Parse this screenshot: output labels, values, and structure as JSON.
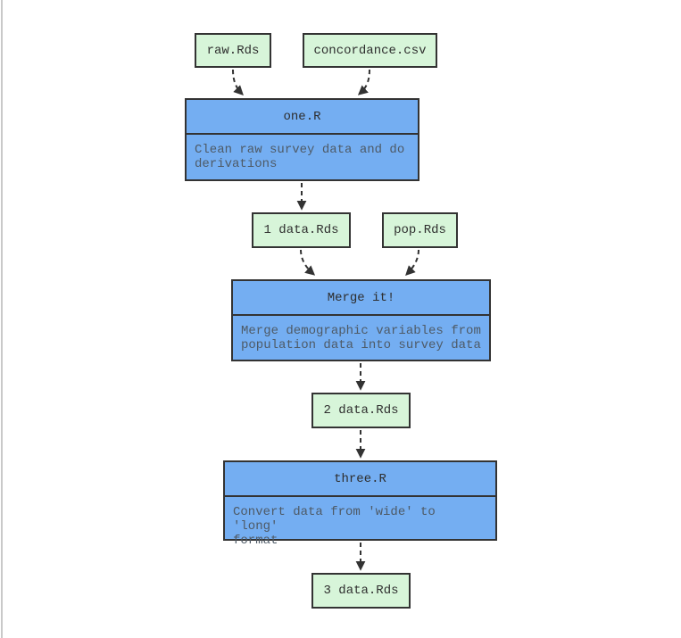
{
  "colors": {
    "page_bg": "#ffffff",
    "rule_color": "#c9c9c9",
    "data_fill": "#d7f5d9",
    "script_fill": "#74aef2",
    "border_color": "#333333",
    "arrow_color": "#333333",
    "label_color": "#2e2e2e",
    "desc_color": "#4e5a66"
  },
  "nodes": {
    "raw": {
      "label": "raw.Rds"
    },
    "concordance": {
      "label": "concordance.csv"
    },
    "one": {
      "title": "one.R",
      "description": "Clean raw survey data and do\nderivations"
    },
    "data1": {
      "label": "1 data.Rds"
    },
    "pop": {
      "label": "pop.Rds"
    },
    "merge": {
      "title": "Merge it!",
      "description": "Merge demographic variables from\npopulation data into survey data"
    },
    "data2": {
      "label": "2 data.Rds"
    },
    "three": {
      "title": "three.R",
      "description": "Convert data from 'wide' to 'long'\nformat"
    },
    "data3": {
      "label": "3 data.Rds"
    }
  },
  "edges": [
    {
      "from": "raw.Rds",
      "to": "one.R",
      "style": "dashed"
    },
    {
      "from": "concordance.csv",
      "to": "one.R",
      "style": "dashed"
    },
    {
      "from": "one.R",
      "to": "1 data.Rds",
      "style": "dashed"
    },
    {
      "from": "1 data.Rds",
      "to": "Merge it!",
      "style": "dashed"
    },
    {
      "from": "pop.Rds",
      "to": "Merge it!",
      "style": "dashed"
    },
    {
      "from": "Merge it!",
      "to": "2 data.Rds",
      "style": "dashed"
    },
    {
      "from": "2 data.Rds",
      "to": "three.R",
      "style": "dashed"
    },
    {
      "from": "three.R",
      "to": "3 data.Rds",
      "style": "dashed"
    }
  ]
}
